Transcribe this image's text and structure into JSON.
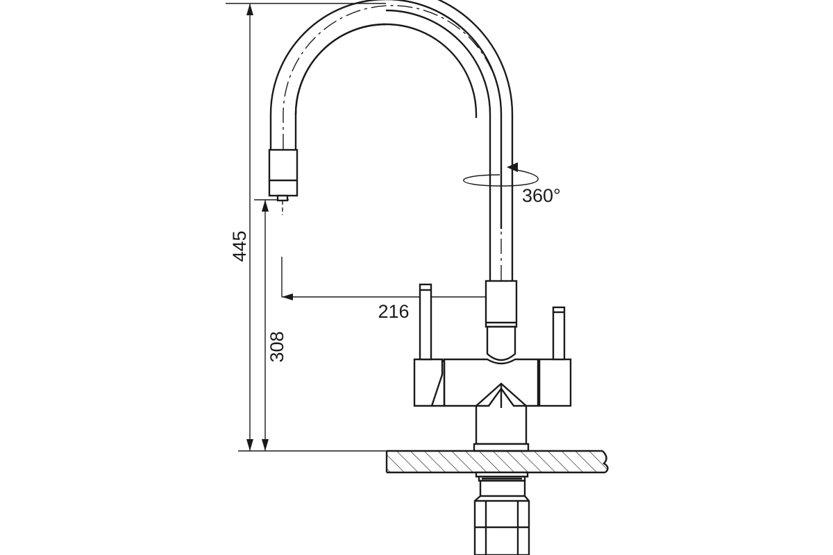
{
  "dimensions": {
    "overall_height": "445",
    "outlet_height": "308",
    "reach": "216"
  },
  "rotation_label": "360°"
}
